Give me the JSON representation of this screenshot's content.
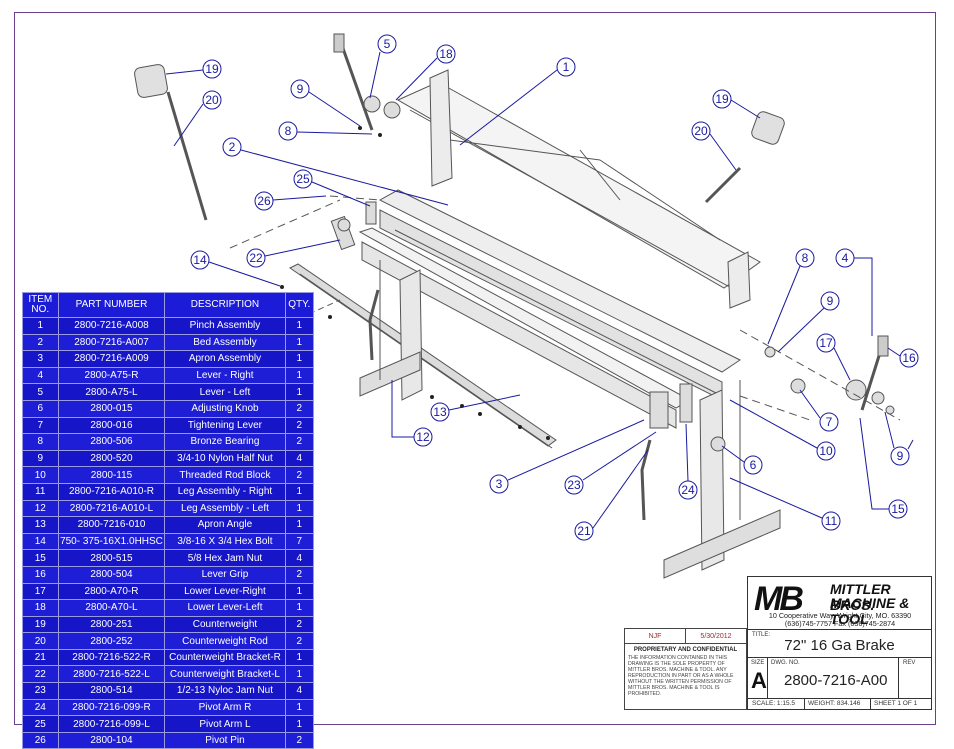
{
  "parts_table": {
    "headers": {
      "item": "ITEM NO.",
      "part_number": "PART NUMBER",
      "description": "DESCRIPTION",
      "qty": "QTY."
    },
    "rows": [
      {
        "item": "1",
        "part_number": "2800-7216-A008",
        "description": "Pinch Assembly",
        "qty": "1"
      },
      {
        "item": "2",
        "part_number": "2800-7216-A007",
        "description": "Bed Assembly",
        "qty": "1"
      },
      {
        "item": "3",
        "part_number": "2800-7216-A009",
        "description": "Apron Assembly",
        "qty": "1"
      },
      {
        "item": "4",
        "part_number": "2800-A75-R",
        "description": "Lever - Right",
        "qty": "1"
      },
      {
        "item": "5",
        "part_number": "2800-A75-L",
        "description": "Lever  - Left",
        "qty": "1"
      },
      {
        "item": "6",
        "part_number": "2800-015",
        "description": "Adjusting Knob",
        "qty": "2"
      },
      {
        "item": "7",
        "part_number": "2800-016",
        "description": "Tightening Lever",
        "qty": "2"
      },
      {
        "item": "8",
        "part_number": "2800-506",
        "description": "Bronze Bearing",
        "qty": "2"
      },
      {
        "item": "9",
        "part_number": "2800-520",
        "description": "3/4-10 Nylon Half Nut",
        "qty": "4"
      },
      {
        "item": "10",
        "part_number": "2800-115",
        "description": "Threaded Rod Block",
        "qty": "2"
      },
      {
        "item": "11",
        "part_number": "2800-7216-A010-R",
        "description": "Leg Assembly - Right",
        "qty": "1"
      },
      {
        "item": "12",
        "part_number": "2800-7216-A010-L",
        "description": "Leg Assembly - Left",
        "qty": "1"
      },
      {
        "item": "13",
        "part_number": "2800-7216-010",
        "description": "Apron Angle",
        "qty": "1"
      },
      {
        "item": "14",
        "part_number": "750- 375-16X1.0HHSC",
        "description": "3/8-16 X 3/4 Hex Bolt",
        "qty": "7"
      },
      {
        "item": "15",
        "part_number": "2800-515",
        "description": "5/8 Hex Jam Nut",
        "qty": "4"
      },
      {
        "item": "16",
        "part_number": "2800-504",
        "description": "Lever Grip",
        "qty": "2"
      },
      {
        "item": "17",
        "part_number": "2800-A70-R",
        "description": "Lower Lever-Right",
        "qty": "1"
      },
      {
        "item": "18",
        "part_number": "2800-A70-L",
        "description": "Lower Lever-Left",
        "qty": "1"
      },
      {
        "item": "19",
        "part_number": "2800-251",
        "description": "Counterweight",
        "qty": "2"
      },
      {
        "item": "20",
        "part_number": "2800-252",
        "description": "Counterweight Rod",
        "qty": "2"
      },
      {
        "item": "21",
        "part_number": "2800-7216-522-R",
        "description": "Counterweight Bracket-R",
        "qty": "1"
      },
      {
        "item": "22",
        "part_number": "2800-7216-522-L",
        "description": "Counterweight Bracket-L",
        "qty": "1"
      },
      {
        "item": "23",
        "part_number": "2800-514",
        "description": "1/2-13 Nyloc Jam Nut",
        "qty": "4"
      },
      {
        "item": "24",
        "part_number": "2800-7216-099-R",
        "description": "Pivot Arm R",
        "qty": "1"
      },
      {
        "item": "25",
        "part_number": "2800-7216-099-L",
        "description": "Pivot Arm L",
        "qty": "1"
      },
      {
        "item": "26",
        "part_number": "2800-104",
        "description": "Pivot Pin",
        "qty": "2"
      }
    ]
  },
  "callouts": [
    "1",
    "2",
    "3",
    "4",
    "5",
    "6",
    "7",
    "8",
    "8",
    "9",
    "9",
    "9",
    "10",
    "11",
    "12",
    "13",
    "14",
    "15",
    "16",
    "17",
    "18",
    "19",
    "19",
    "20",
    "20",
    "21",
    "22",
    "23",
    "24",
    "25",
    "26"
  ],
  "title_block": {
    "company_line1": "MITTLER BROS.",
    "company_line2": "MACHINE & TOOL",
    "logo_mark": "MB",
    "address_line1": "10 Cooperative Way, Wright City, MO. 63390",
    "address_line2": "(636)745-7757  Fax (636)745-2874",
    "title_label": "TITLE:",
    "title": "72\" 16 Ga Brake",
    "size_label": "SIZE",
    "size": "A",
    "dwg_label": "DWG.  NO.",
    "dwg_no": "2800-7216-A00",
    "rev_label": "REV",
    "scale": "SCALE: 1:15.5",
    "weight": "WEIGHT: 834.146",
    "sheet": "SHEET 1 OF 1"
  },
  "drawn_block": {
    "drawn_by": "NJF",
    "date": "5/30/2012",
    "heading": "PROPRIETARY AND CONFIDENTIAL",
    "text": "THE INFORMATION CONTAINED IN THIS DRAWING IS THE SOLE PROPERTY OF MITTLER BROS. MACHINE & TOOL.  ANY REPRODUCTION IN PART OR AS A WHOLE WITHOUT THE WRITTEN PERMISSION OF MITTLER BROS. MACHINE & TOOL IS PROHIBITED."
  },
  "colors": {
    "callout": "#1a1aa0",
    "table": "#1616c8",
    "frame": "#6b3f8a"
  }
}
